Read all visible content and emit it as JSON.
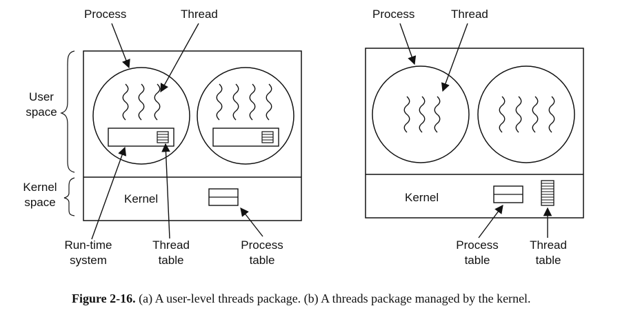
{
  "left": {
    "user_space_1": "User",
    "user_space_2": "space",
    "kernel_space_1": "Kernel",
    "kernel_space_2": "space",
    "process": "Process",
    "thread": "Thread",
    "kernel": "Kernel",
    "runtime_1": "Run-time",
    "runtime_2": "system",
    "thread_table_1": "Thread",
    "thread_table_2": "table",
    "process_table_1": "Process",
    "process_table_2": "table"
  },
  "right": {
    "process": "Process",
    "thread": "Thread",
    "kernel": "Kernel",
    "process_table_1": "Process",
    "process_table_2": "table",
    "thread_table_1": "Thread",
    "thread_table_2": "table"
  },
  "caption": {
    "number": "Figure 2-16.",
    "text": "(a) A user-level threads package. (b) A threads package managed by the kernel."
  }
}
